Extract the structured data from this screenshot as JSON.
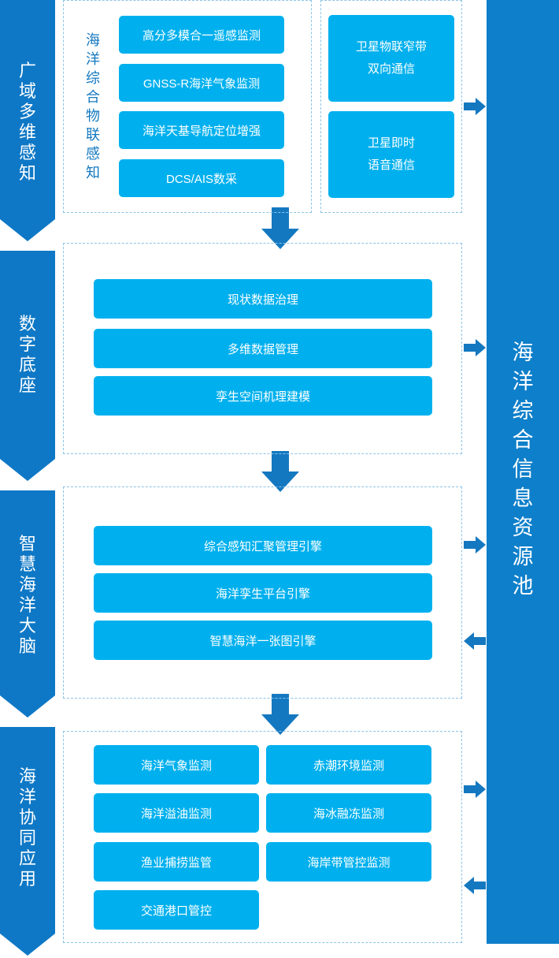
{
  "stages": [
    {
      "id": "wide-area",
      "label": "广域多维感知"
    },
    {
      "id": "digital-base",
      "label": "数字底座"
    },
    {
      "id": "smart-brain",
      "label": "智慧海洋大脑"
    },
    {
      "id": "collab-apps",
      "label": "海洋协同应用"
    }
  ],
  "perception": {
    "group_label": "海洋综合物联感知",
    "items": [
      "高分多模合一遥感监测",
      "GNSS-R海洋气象监测",
      "海洋天基导航定位增强",
      "DCS/AIS数采"
    ],
    "comm": [
      {
        "line1": "卫星物联窄带",
        "line2": "双向通信"
      },
      {
        "line1": "卫星即时",
        "line2": "语音通信"
      }
    ]
  },
  "digital_base": {
    "items": [
      "现状数据治理",
      "多维数据管理",
      "孪生空间机理建模"
    ]
  },
  "brain": {
    "items": [
      "综合感知汇聚管理引擎",
      "海洋孪生平台引擎",
      "智慧海洋一张图引擎"
    ]
  },
  "apps": {
    "items": [
      "海洋气象监测",
      "赤潮环境监测",
      "海洋溢油监测",
      "海冰融冻监测",
      "渔业捕捞监管",
      "海岸带管控监测",
      "交通港口管控"
    ]
  },
  "pool": {
    "label": "海洋综合信息资源池"
  },
  "colors": {
    "stage": "#0e78c6",
    "button": "#00b0ee",
    "pool": "#0e7fca",
    "arrow": "#1478c0",
    "dash": "#8cc4e6"
  }
}
